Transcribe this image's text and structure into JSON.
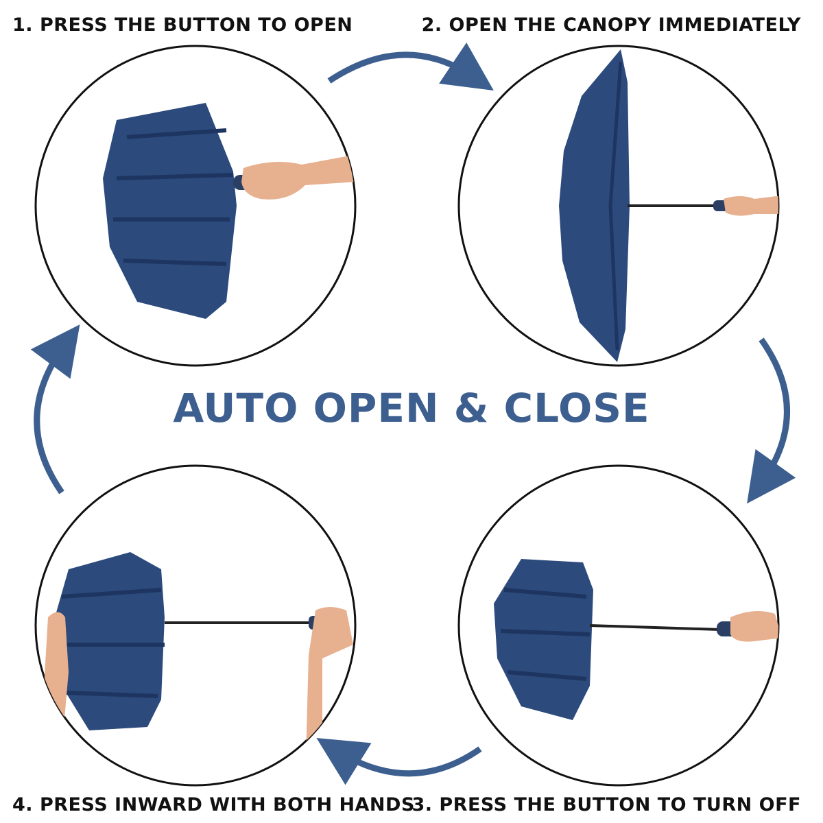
{
  "steps": [
    {
      "label": "1. PRESS THE BUTTON TO OPEN",
      "state": "closed-folded"
    },
    {
      "label": "2. OPEN THE CANOPY IMMEDIATELY",
      "state": "fully-open"
    },
    {
      "label": "3. PRESS THE BUTTON TO TURN OFF",
      "state": "collapsing"
    },
    {
      "label": "4. PRESS INWARD WITH BOTH HANDS",
      "state": "pushing-shut"
    }
  ],
  "title": "AUTO OPEN & CLOSE",
  "colors": {
    "accent": "#3d5f8f",
    "canopy": "#2c4a7c",
    "canopy_dark": "#1d3560",
    "skin": "#e7b08f",
    "text": "#111111"
  },
  "icons": [
    "curved-arrow-icon"
  ]
}
